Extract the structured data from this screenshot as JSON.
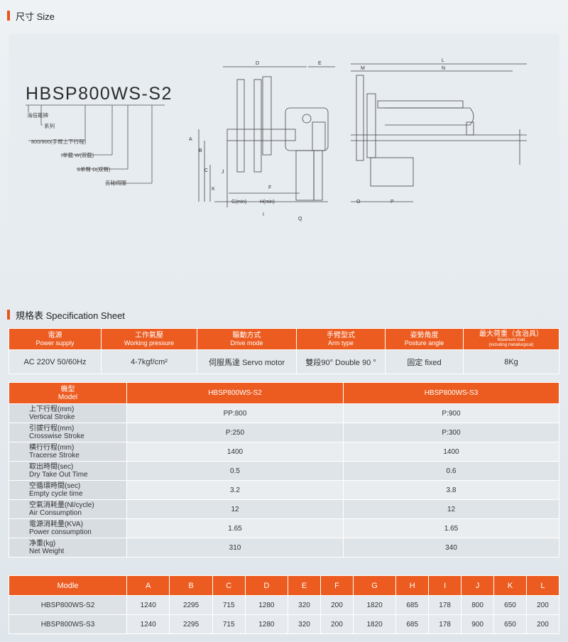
{
  "size_section": {
    "title": "尺寸 Size"
  },
  "drawing": {
    "model_name": "HBSP800WS-S2",
    "legend": [
      "海倍斯牌",
      "系列",
      "800/900(手臂上下行程)",
      "I单截 W(双截)",
      "S单臂 D(双臂)",
      "五轴伺服"
    ],
    "dims": [
      "D",
      "E",
      "L",
      "M",
      "N",
      "A",
      "B",
      "C",
      "K",
      "J",
      "F",
      "G(min)",
      "H(min)",
      "I",
      "Q",
      "O",
      "P"
    ]
  },
  "spec_section": {
    "title": "規格表 Specification Sheet"
  },
  "spec_table_1": {
    "headers": [
      {
        "zh": "電源",
        "en": "Power supply"
      },
      {
        "zh": "工作氣壓",
        "en": "Working pressure"
      },
      {
        "zh": "驅動方式",
        "en": "Drive mode"
      },
      {
        "zh": "手臂型式",
        "en": "Arm type"
      },
      {
        "zh": "姿勢角度",
        "en": "Posture angle"
      },
      {
        "zh": "最大荷重（含治具）",
        "en": "Maximum load",
        "en2": "(including metallurgical)"
      }
    ],
    "values": [
      "AC 220V  50/60Hz",
      "4-7kgf/cm²",
      "伺服馬達 Servo motor",
      "雙段90° Double 90 °",
      "固定 fixed",
      "8Kg"
    ]
  },
  "spec_table_2": {
    "header_label_zh": "機型",
    "header_label_en": "Model",
    "models": [
      "HBSP800WS-S2",
      "HBSP800WS-S3"
    ],
    "rows": [
      {
        "zh": "上下行程(mm)",
        "en": "Vertical Stroke",
        "v1": "PP:800",
        "v2": "P:900"
      },
      {
        "zh": "引拔行程(mm)",
        "en": "Crosswise Stroke",
        "v1": "P:250",
        "v2": "P:300"
      },
      {
        "zh": "橫行行程(mm)",
        "en": "Tracerse Stroke",
        "v1": "1400",
        "v2": "1400"
      },
      {
        "zh": "取出時間(sec)",
        "en": "Dry Take Out Time",
        "v1": "0.5",
        "v2": "0.6"
      },
      {
        "zh": "空循環時間(sec)",
        "en": "Empty cycle time",
        "v1": "3.2",
        "v2": "3.8"
      },
      {
        "zh": "空氣消耗量(Nl/cycle)",
        "en": "Air Consumption",
        "v1": "12",
        "v2": "12"
      },
      {
        "zh": "電源消耗量(KVA)",
        "en": "Power consumption",
        "v1": "1.65",
        "v2": "1.65"
      },
      {
        "zh": "净重(kg)",
        "en": "Net Weight",
        "v1": "310",
        "v2": "340"
      }
    ]
  },
  "spec_table_3": {
    "headers": [
      "Modle",
      "A",
      "B",
      "C",
      "D",
      "E",
      "F",
      "G",
      "H",
      "I",
      "J",
      "K",
      "L"
    ],
    "rows": [
      [
        "HBSP800WS-S2",
        "1240",
        "2295",
        "715",
        "1280",
        "320",
        "200",
        "1820",
        "685",
        "178",
        "800",
        "650",
        "200"
      ],
      [
        "HBSP800WS-S3",
        "1240",
        "2295",
        "715",
        "1280",
        "320",
        "200",
        "1820",
        "685",
        "178",
        "900",
        "650",
        "200"
      ]
    ]
  }
}
